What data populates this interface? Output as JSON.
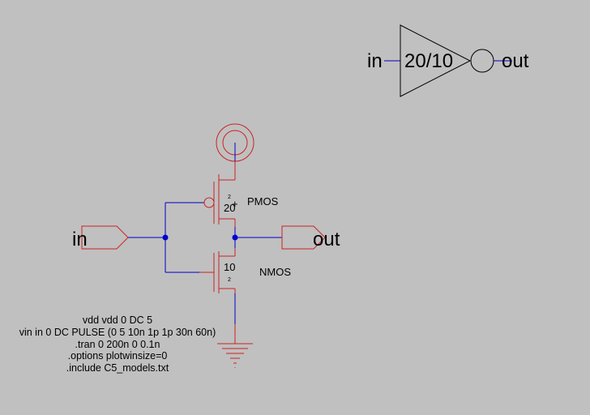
{
  "symbol": {
    "input_label": "in",
    "ratio_label": "20/10",
    "output_label": "out"
  },
  "schematic": {
    "input_port_label": "in",
    "output_port_label": "out",
    "pmos": {
      "name": "PMOS",
      "width": "20",
      "length": "2",
      "plus": "+"
    },
    "nmos": {
      "name": "NMOS",
      "width": "10",
      "length": "2"
    }
  },
  "spice_lines": [
    "vdd vdd 0 DC 5",
    "vin in 0 DC PULSE (0 5 10n 1p 1p 30n 60n)",
    ".tran 0 200n 0 0.1n",
    ".options plotwinsize=0",
    ".include C5_models.txt"
  ],
  "colors": {
    "background": "#c0c0c0",
    "component": "#cc2222",
    "wire": "#0000cc"
  }
}
